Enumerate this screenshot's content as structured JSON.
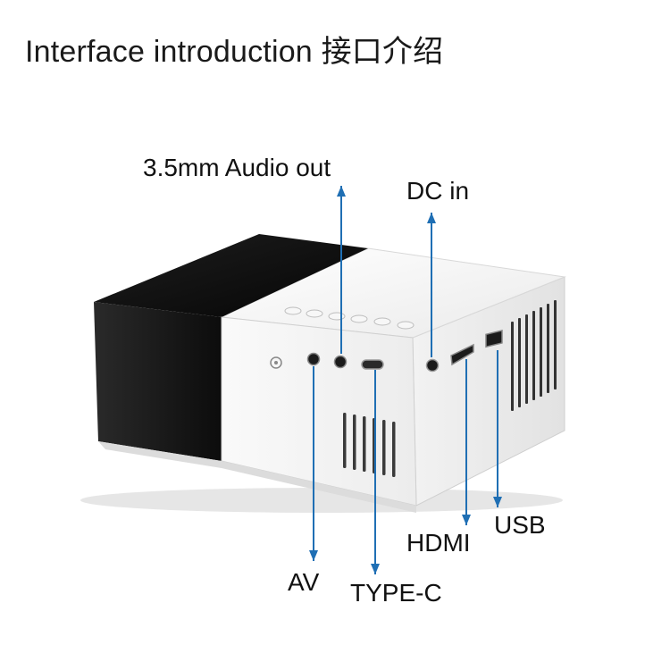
{
  "title": "Interface introduction 接口介绍",
  "labels": {
    "audio_out": "3.5mm Audio out",
    "dc_in": "DC in",
    "av": "AV",
    "type_c": "TYPE-C",
    "hdmi": "HDMI",
    "usb": "USB"
  },
  "colors": {
    "arrow": "#1f6fb4",
    "device_black": "#141414",
    "device_white": "#f4f4f4"
  }
}
